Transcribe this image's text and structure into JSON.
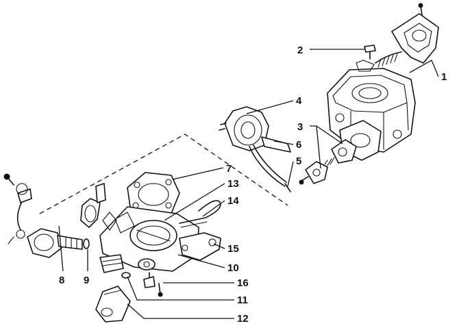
{
  "callouts": [
    {
      "id": "1",
      "label": "1"
    },
    {
      "id": "2",
      "label": "2"
    },
    {
      "id": "3",
      "label": "3"
    },
    {
      "id": "4",
      "label": "4"
    },
    {
      "id": "5",
      "label": "5"
    },
    {
      "id": "6",
      "label": "6"
    },
    {
      "id": "7",
      "label": "7"
    },
    {
      "id": "8",
      "label": "8"
    },
    {
      "id": "9",
      "label": "9"
    },
    {
      "id": "10",
      "label": "10"
    },
    {
      "id": "11",
      "label": "11"
    },
    {
      "id": "12",
      "label": "12"
    },
    {
      "id": "13",
      "label": "13"
    },
    {
      "id": "14",
      "label": "14"
    },
    {
      "id": "15",
      "label": "15"
    },
    {
      "id": "16",
      "label": "16"
    }
  ],
  "colors": {
    "ink": "#111111",
    "background": "#ffffff"
  }
}
